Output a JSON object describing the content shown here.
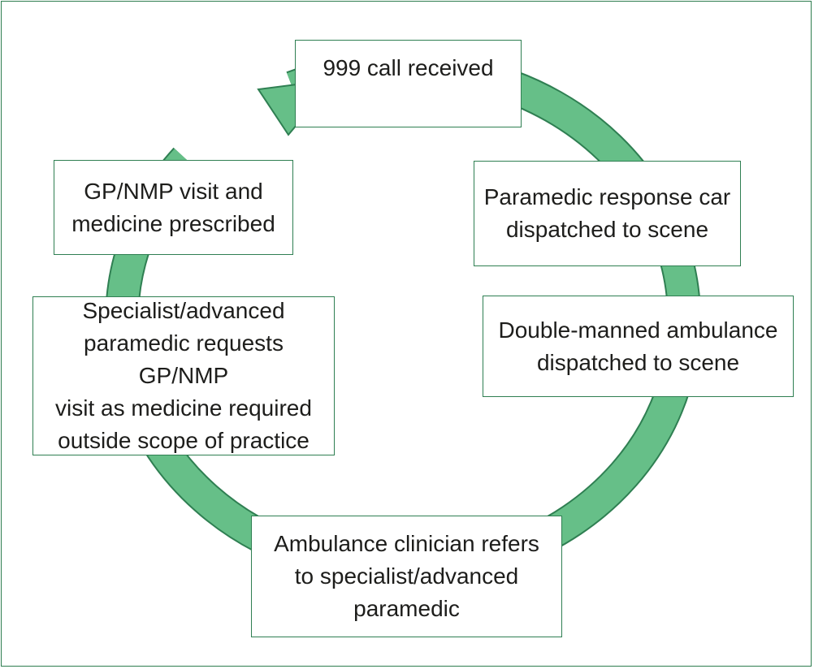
{
  "colors": {
    "ring_fill": "#66bf88",
    "ring_stroke": "#2f7f52",
    "box_border": "#2f7f52",
    "text": "#1d1d1b"
  },
  "steps": [
    {
      "id": "call",
      "text": "999 call received"
    },
    {
      "id": "car",
      "text": "Paramedic response car\ndispatched to scene"
    },
    {
      "id": "ambulance",
      "text": "Double-manned ambulance\ndispatched to scene"
    },
    {
      "id": "refer",
      "text": "Ambulance clinician refers\nto specialist/advanced\nparamedic"
    },
    {
      "id": "specialist",
      "text": "Specialist/advanced\nparamedic requests GP/NMP\nvisit as medicine required\noutside scope of practice"
    },
    {
      "id": "gp",
      "text": "GP/NMP visit and\nmedicine prescribed"
    }
  ]
}
